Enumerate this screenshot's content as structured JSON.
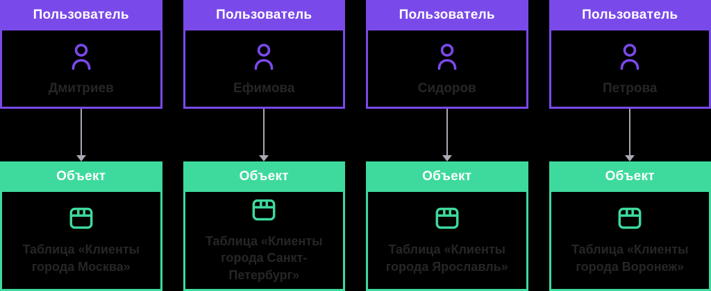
{
  "diagram": {
    "colors": {
      "user_header": "#7a49ea",
      "object_header": "#3eda9d",
      "node_background": "#000000",
      "header_text": "#ffffff",
      "node_text": "#262626",
      "arrow": "#a9a9b4"
    },
    "icons": {
      "user": "person-outline-icon",
      "object": "table-icon",
      "connector": "arrow-down"
    },
    "columns": [
      {
        "user": {
          "header": "Пользователь",
          "name": "Дмитриев"
        },
        "object": {
          "header": "Объект",
          "label": "Таблица «Клиенты города Москва»"
        }
      },
      {
        "user": {
          "header": "Пользователь",
          "name": "Ефимова"
        },
        "object": {
          "header": "Объект",
          "label": "Таблица «Клиенты города Санкт-Петербург»"
        }
      },
      {
        "user": {
          "header": "Пользователь",
          "name": "Сидоров"
        },
        "object": {
          "header": "Объект",
          "label": "Таблица «Клиенты города Ярославль»"
        }
      },
      {
        "user": {
          "header": "Пользователь",
          "name": "Петрова"
        },
        "object": {
          "header": "Объект",
          "label": "Таблица «Клиенты города Воронеж»"
        }
      }
    ]
  }
}
